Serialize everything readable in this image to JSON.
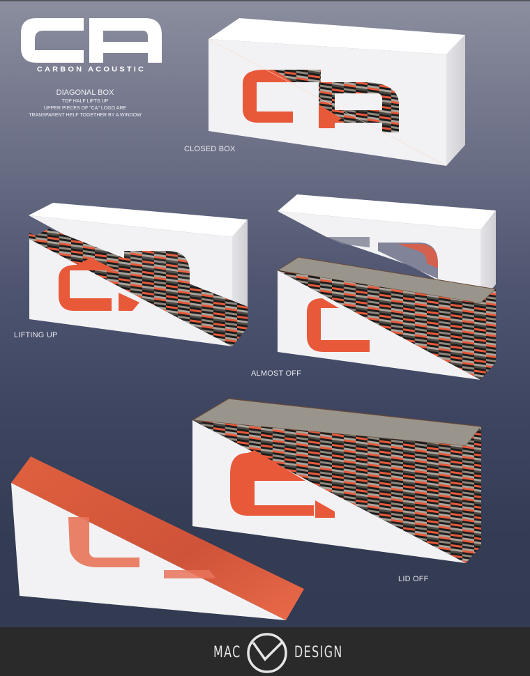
{
  "brand": {
    "logo_letters": "CA",
    "name": "CARBON ACOUSTIC"
  },
  "description": {
    "title": "DIAGONAL BOX",
    "lines": [
      "TOP HALF LIFTS UP",
      "UPPER PIECES OF \"CA\" LOGO ARE",
      "TRANSPARENT HELF TOGETHER BY A WINDOW"
    ]
  },
  "stages": [
    {
      "label": "CLOSED BOX"
    },
    {
      "label": "LIFTING UP"
    },
    {
      "label": "ALMOST OFF"
    },
    {
      "label": "LID OFF"
    }
  ],
  "footer": {
    "left_text": "MAC",
    "right_text": "DESIGN",
    "logo_icon": "mac-design-emblem-icon"
  },
  "colors": {
    "accent_orange": "#e8593a",
    "box_white": "#f2f2f4",
    "carbon_dark": "#1e1e1e",
    "carbon_grey": "#9a958c",
    "background_top": "#8b8e9e",
    "background_bottom": "#333b53",
    "footer_bg": "#2a2a2b"
  }
}
